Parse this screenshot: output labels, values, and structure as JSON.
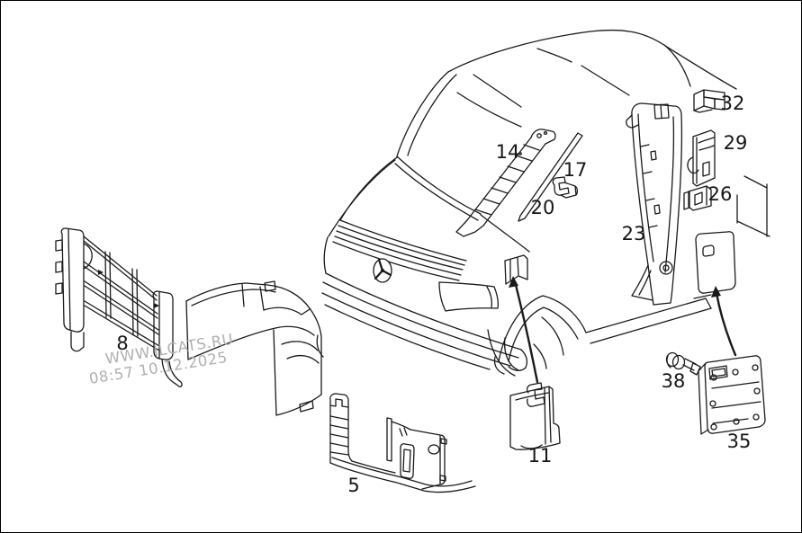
{
  "page": {
    "background": "#ffffff",
    "line_color": "#1a1a1a",
    "border_color": "#000000"
  },
  "watermark": {
    "line1": "WWW.ILCATS.RU",
    "line2": "08:57 10.12.2025",
    "color": "#b0b0b0"
  },
  "part_labels": [
    {
      "text": "14"
    },
    {
      "text": "17"
    },
    {
      "text": "20"
    },
    {
      "text": "32"
    },
    {
      "text": "29"
    },
    {
      "text": "26"
    },
    {
      "text": "23"
    },
    {
      "text": "8"
    },
    {
      "text": "38"
    },
    {
      "text": "35"
    },
    {
      "text": "11"
    },
    {
      "text": "5"
    }
  ]
}
